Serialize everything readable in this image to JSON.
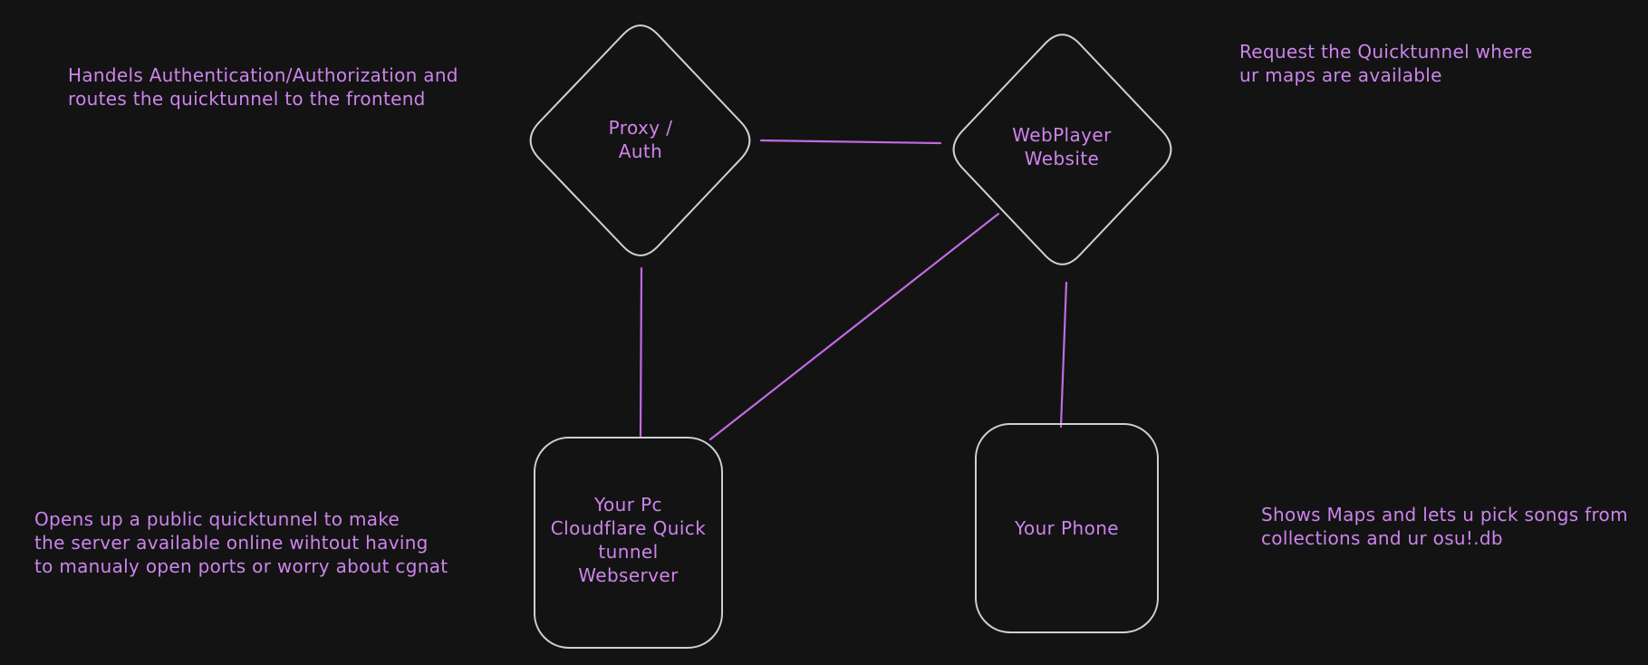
{
  "canvas": {
    "background": "#131313"
  },
  "colors": {
    "text": "#cd84ec",
    "connector": "#c26ae3",
    "shape_outline": "#ccd1d6"
  },
  "nodes": {
    "proxy_auth": {
      "shape": "diamond",
      "label": "Proxy /\nAuth"
    },
    "webplayer_website": {
      "shape": "diamond",
      "label": "WebPlayer\nWebsite"
    },
    "your_pc": {
      "shape": "rounded-rectangle",
      "label": "Your Pc\nCloudflare Quick\ntunnel\nWebserver"
    },
    "your_phone": {
      "shape": "rounded-rectangle",
      "label": "Your Phone"
    }
  },
  "annotations": {
    "proxy_auth_note": "Handels Authentication/Authorization and\nroutes the quicktunnel to the frontend",
    "webplayer_note": "Request the Quicktunnel where\nur maps are available",
    "your_pc_note": "Opens up a public quicktunnel to make\nthe server available online wihtout having\nto manualy open ports or worry about cgnat",
    "your_phone_note": "Shows Maps and lets u pick songs from\ncollections and ur osu!.db"
  },
  "edges": [
    {
      "from": "proxy_auth",
      "to": "webplayer_website"
    },
    {
      "from": "proxy_auth",
      "to": "your_pc"
    },
    {
      "from": "webplayer_website",
      "to": "your_pc"
    },
    {
      "from": "webplayer_website",
      "to": "your_phone"
    }
  ]
}
